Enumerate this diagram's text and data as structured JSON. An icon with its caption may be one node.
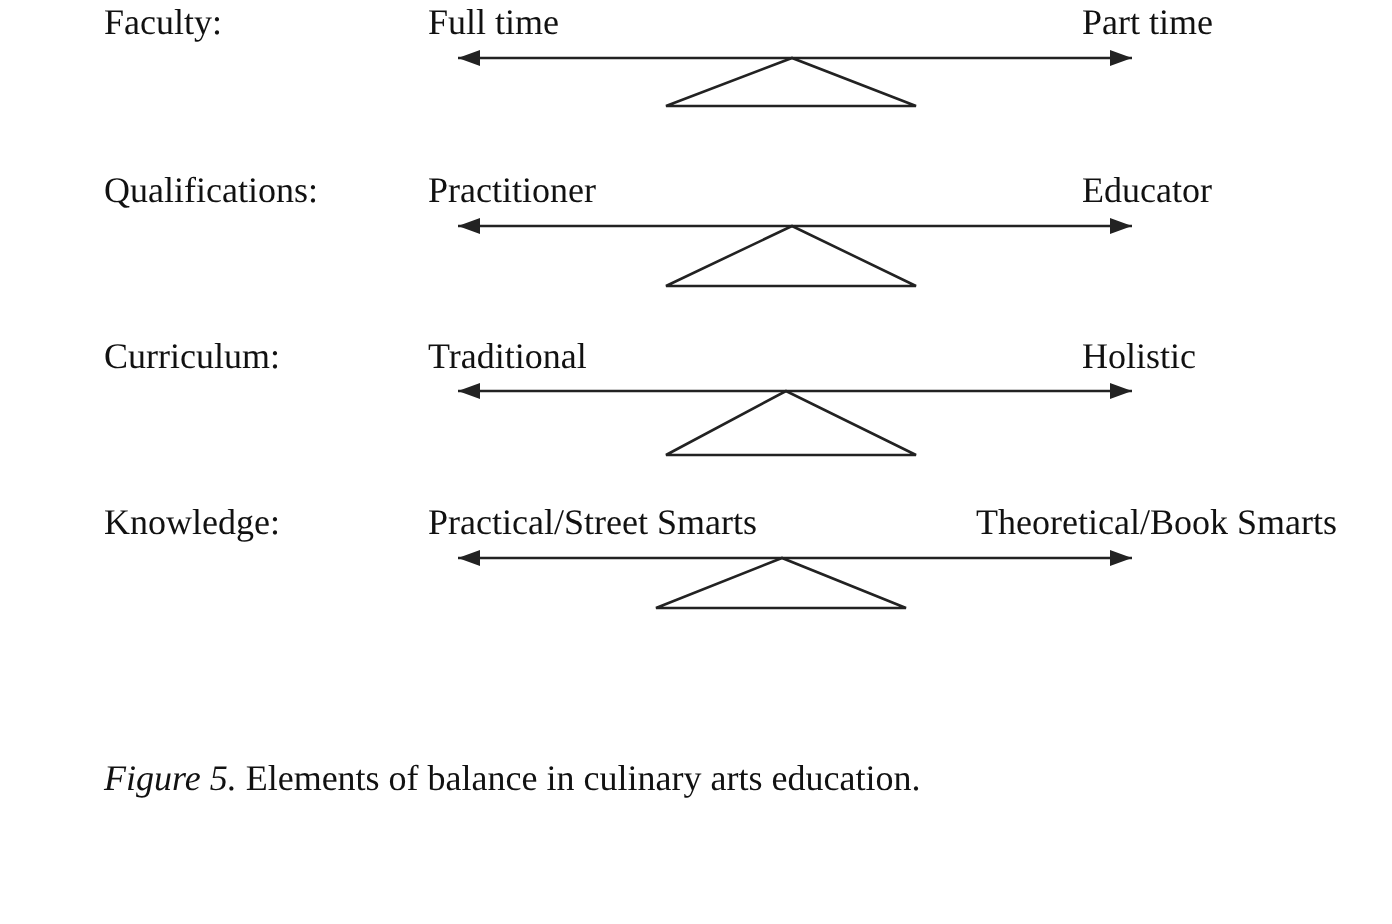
{
  "diagram": {
    "caption": "*Figure 5.* Elements of balance in culinary arts education.",
    "nodes": [
      {
        "text": [
          "Full time"
        ]
      },
      {
        "text": [
          "Part time"
        ]
      },
      {
        "text": [
          "Practitioner"
        ]
      },
      {
        "text": [
          "Educator"
        ]
      },
      {
        "text": [
          "Traditional"
        ]
      },
      {
        "text": [
          "Holistic"
        ]
      },
      {
        "text": [
          "Practical/Street Smarts"
        ]
      },
      {
        "text": [
          "Theoretical/Book Smarts"
        ]
      }
    ],
    "edges": [
      {
        "from": 0,
        "to": 1,
        "arrow": "both"
      },
      {
        "from": 2,
        "to": 3,
        "arrow": "both"
      },
      {
        "from": 4,
        "to": 5,
        "arrow": "both"
      },
      {
        "from": 6,
        "to": 7,
        "arrow": "both"
      }
    ],
    "labels": [
      "Faculty:",
      "Qualifications:",
      "Curriculum:",
      "Knowledge:"
    ]
  }
}
